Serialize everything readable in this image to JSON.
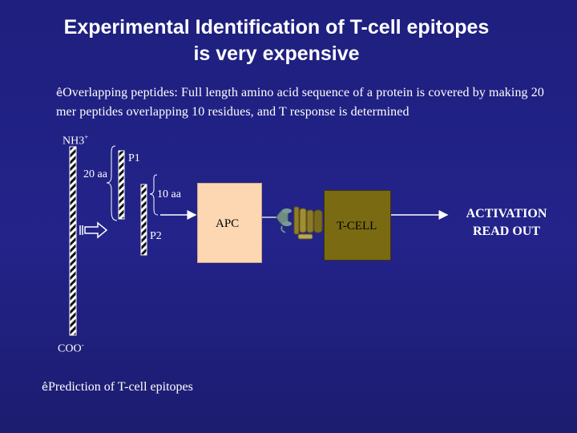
{
  "slide": {
    "title_line1": "Experimental Identification of T-cell epitopes",
    "title_line2": "is very expensive",
    "bullet_icon": "ê",
    "bullet_text": "Overlapping peptides:  Full length amino acid sequence of a protein is covered by making 20 mer peptides overlapping 10 residues, and T  response is determined"
  },
  "diagram": {
    "n_term": "NH3",
    "n_term_charge": "+",
    "c_term": "COO",
    "c_term_charge": "-",
    "p1_label": "P1",
    "p2_label": "P2",
    "len20_label": "20 aa",
    "len10_label": "10 aa",
    "apc_label": "APC",
    "tcell_label": "T-CELL",
    "readout_line1": "ACTIVATION",
    "readout_line2": "READ OUT"
  },
  "footer": {
    "bullet_icon": "ê",
    "text": "Prediction of T-cell epitopes"
  },
  "colors": {
    "background": "#22228a",
    "apc_fill": "#fdd7b1",
    "tcell_fill": "#7a6a12",
    "mhc_color": "#6e8c86",
    "tcr_color": "#8a7a2a"
  }
}
